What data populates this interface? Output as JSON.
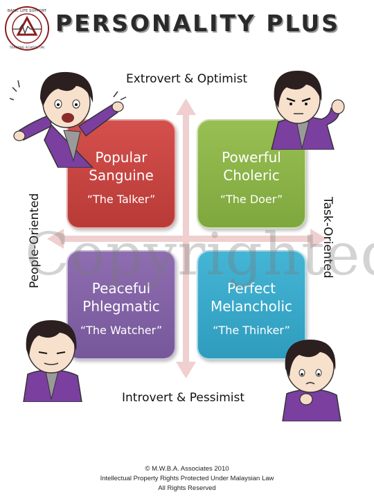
{
  "header": {
    "logo_text_top": "BASIC LIFE SUPPORT",
    "logo_text_bottom": "TRAINING SCHOOL (M)",
    "title": "PERSONALITY PLUS"
  },
  "axes": {
    "top": "Extrovert & Optimist",
    "bottom": "Introvert  & Pessimist",
    "left": "People-Oriented",
    "right": "Task-Oriented"
  },
  "quadrants": [
    {
      "line1": "Popular",
      "line2": "Sanguine",
      "nickname": "“The Talker”",
      "color": "#c5443f"
    },
    {
      "line1": "Powerful",
      "line2": "Choleric",
      "nickname": "“The Doer”",
      "color": "#8db34a"
    },
    {
      "line1": "Peaceful",
      "line2": "Phlegmatic",
      "nickname": "“The Watcher”",
      "color": "#8262a6"
    },
    {
      "line1": "Perfect",
      "line2": "Melancholic",
      "nickname": "“The Thinker”",
      "color": "#3aa9ca"
    }
  ],
  "watermark": "Copyrighted",
  "footer": {
    "line1": "© M.W.B.A. Associates 2010",
    "line2": "Intellectual Property Rights Protected Under Malaysian Law",
    "line3": "All Rights Reserved"
  },
  "colors": {
    "arrow": "#efcfcf",
    "shirt": "#7b3fa0",
    "hair": "#2c1f1f"
  }
}
